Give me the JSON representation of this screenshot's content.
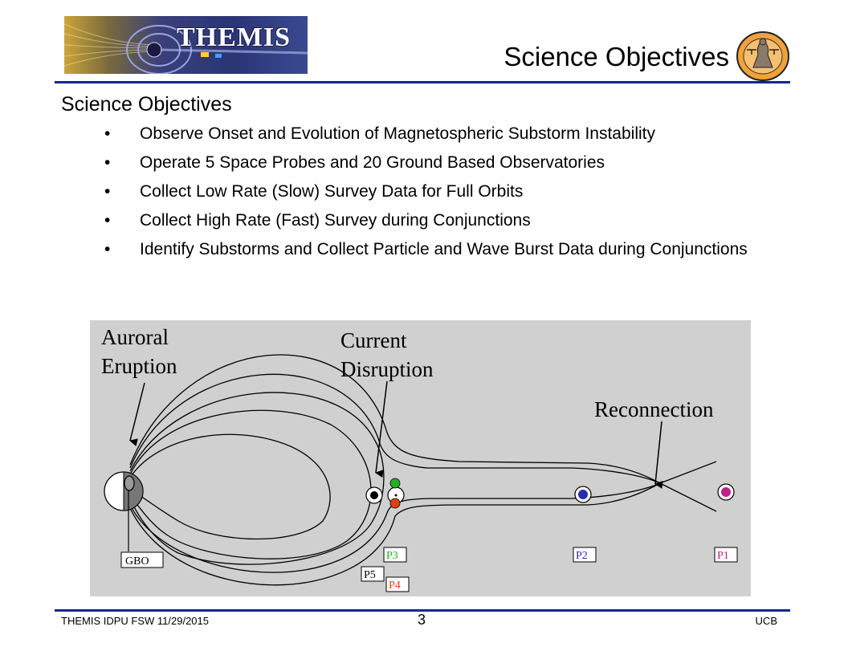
{
  "header": {
    "banner_text": "THEMIS",
    "page_title": "Science Objectives"
  },
  "content": {
    "heading": "Science Objectives",
    "bullets": [
      "Observe Onset and Evolution of Magnetospheric Substorm Instability",
      "Operate 5 Space Probes and 20 Ground Based Observatories",
      "Collect Low Rate (Slow) Survey Data for Full Orbits",
      "Collect High Rate (Fast) Survey during Conjunctions",
      "Identify Substorms and Collect Particle and Wave Burst Data during Conjunctions"
    ]
  },
  "figure": {
    "background": "#d0d0d0",
    "labels": {
      "auroral_1": "Auroral",
      "auroral_2": "Eruption",
      "current_1": "Current",
      "current_2": "Disruption",
      "reconnection": "Reconnection"
    },
    "probes": {
      "gbo": "GBO",
      "p1": "P1",
      "p2": "P2",
      "p3": "P3",
      "p4": "P4",
      "p5": "P5"
    },
    "colors": {
      "p1": "#c0208a",
      "p2": "#2a2ab0",
      "p3": "#20b020",
      "p4": "#e04010",
      "p5": "#000000"
    }
  },
  "footer": {
    "left": "THEMIS IDPU FSW 11/29/2015",
    "page_number": "3",
    "right": "UCB"
  }
}
